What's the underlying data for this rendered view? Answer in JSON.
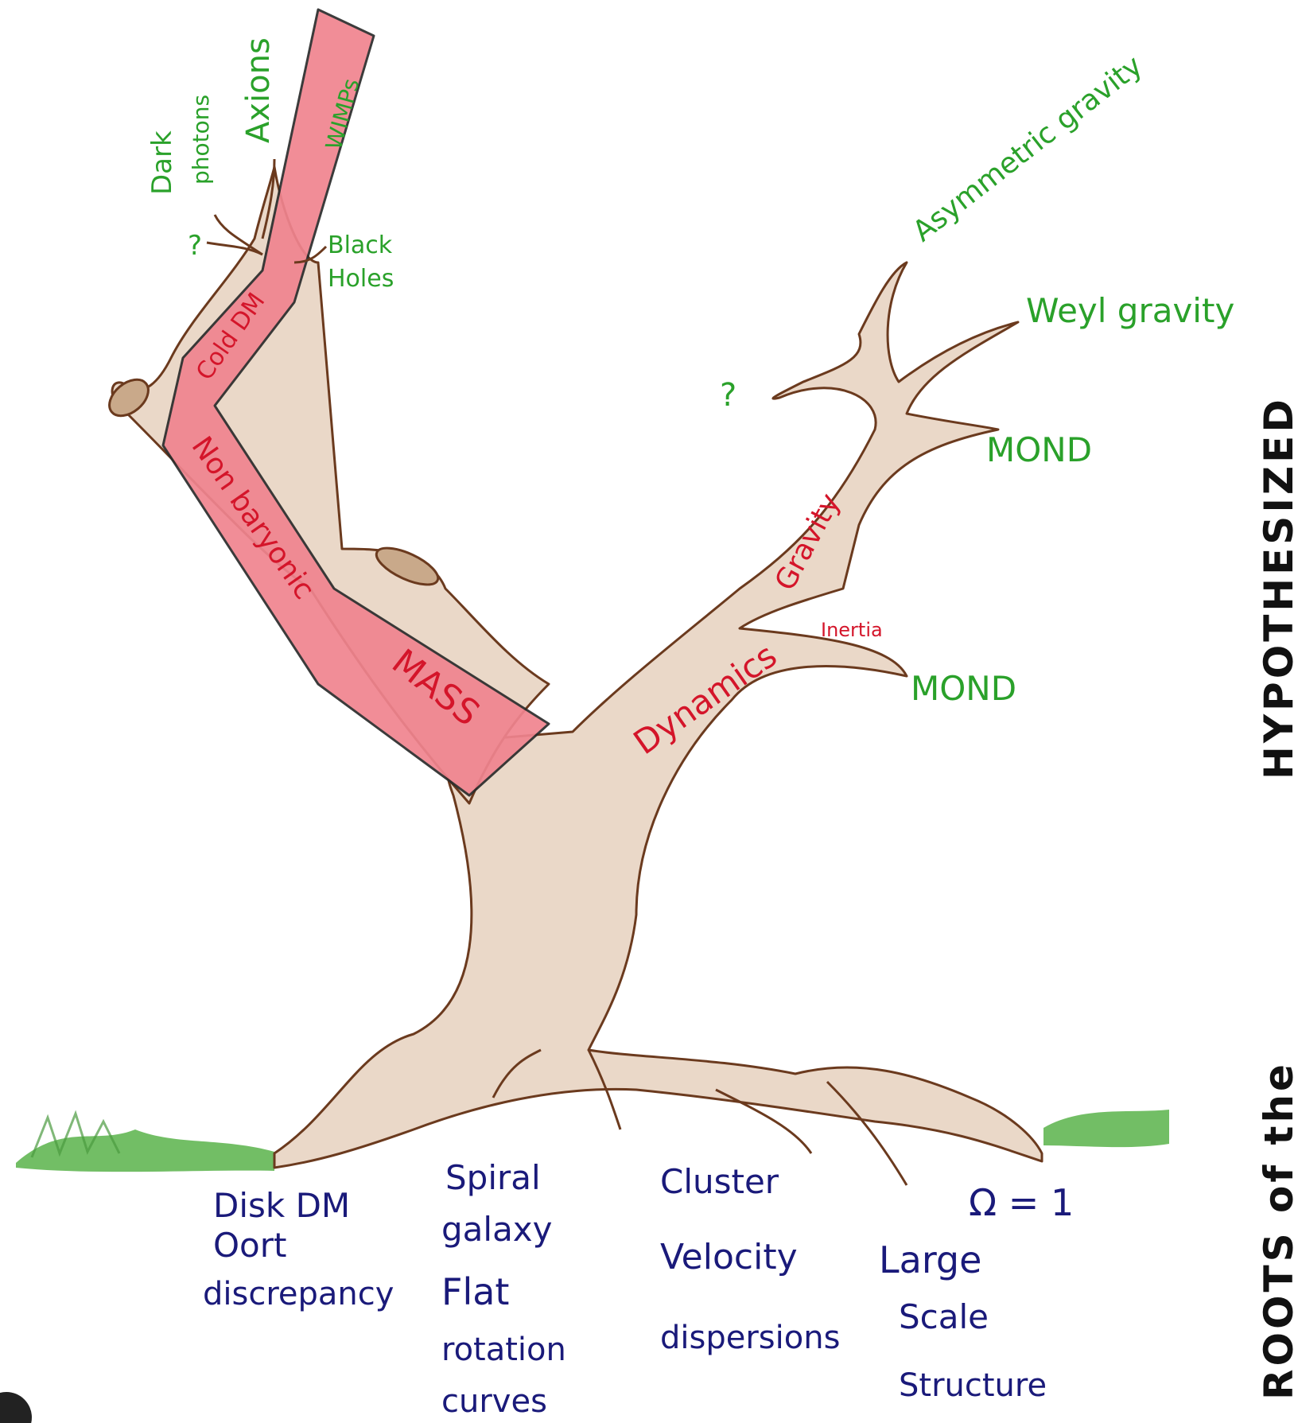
{
  "branch_dark_matter": {
    "twig_labels": {
      "dark_photons_line1": "Dark",
      "dark_photons_line2": "photons",
      "axions": "Axions",
      "wimps": "WIMPs",
      "question": "?",
      "black_holes_line1": "Black",
      "black_holes_line2": "Holes"
    },
    "labels": {
      "cold_dm": "Cold DM",
      "non_baryonic": "Non baryonic",
      "mass": "MASS"
    }
  },
  "branch_modified_gravity": {
    "twig_labels": {
      "asymmetric_gravity": "Asymmetric gravity",
      "weyl_gravity": "Weyl gravity",
      "question": "?",
      "mond_upper": "MOND",
      "mond_lower": "MOND"
    },
    "labels": {
      "gravity": "Gravity",
      "inertia": "Inertia",
      "dynamics": "Dynamics"
    }
  },
  "roots": {
    "disk_dm": [
      "Disk DM",
      "Oort",
      "discrepancy"
    ],
    "spiral_galaxy": [
      "Spiral",
      "galaxy",
      "Flat",
      "rotation",
      "curves"
    ],
    "cluster": [
      "Cluster",
      "Velocity",
      "dispersions"
    ],
    "large_scale": [
      "Large",
      "Scale",
      "Structure"
    ],
    "omega": "Ω = 1"
  },
  "side_text": {
    "roots_of_the": "ROOTS of the",
    "hypothesized": "HYPOTHESIZED"
  },
  "colors": {
    "trunk_fill": "#ead8c8",
    "trunk_stroke": "#6b3a1e",
    "dm_fill": "#f0848f",
    "dm_stroke": "#2b2b2b",
    "label_green": "#2aa12a",
    "label_red": "#d4152a",
    "label_navy": "#1a1a7a",
    "grass": "#59b34a",
    "side_text": "#111111"
  }
}
